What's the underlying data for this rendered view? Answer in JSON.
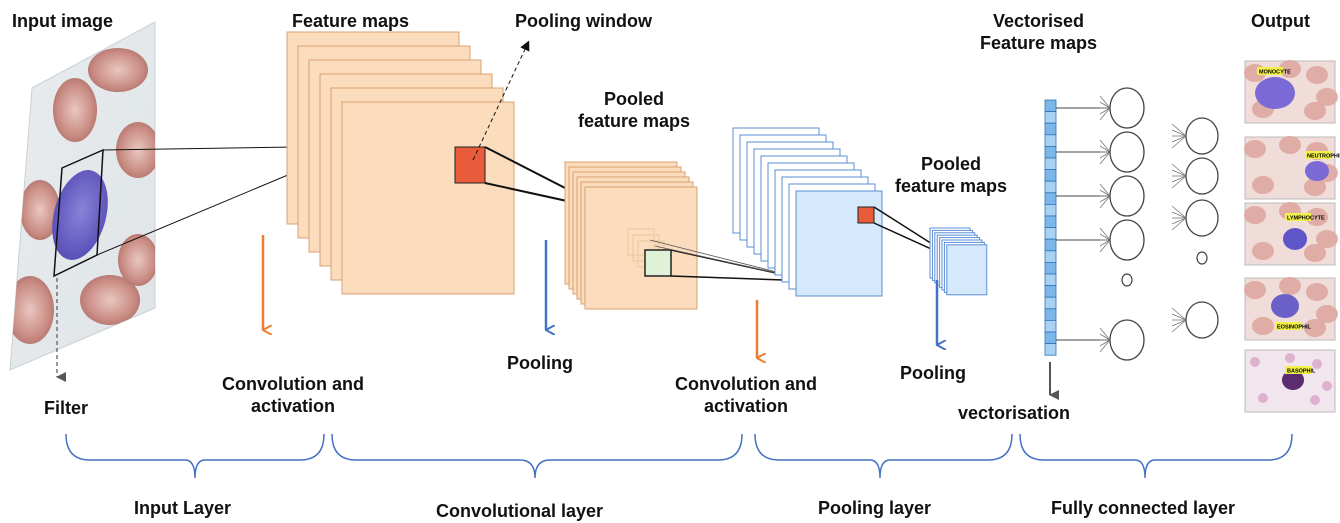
{
  "labels": {
    "input_image": "Input image",
    "feature_maps": "Feature maps",
    "pooling_window": "Pooling window",
    "pooled_feature_maps_1": "Pooled\nfeature maps",
    "vectorised_feature_maps": "Vectorised\nFeature maps",
    "output": "Output",
    "pooled_feature_maps_2": "Pooled\nfeature maps",
    "filter": "Filter",
    "conv_activation_1": "Convolution and\nactivation",
    "pooling_1": "Pooling",
    "conv_activation_2": "Convolution and\nactivation",
    "pooling_2": "Pooling",
    "vectorisation": "vectorisation"
  },
  "layers": {
    "input_layer": "Input Layer",
    "convolutional_layer": "Convolutional layer",
    "pooling_layer": "Pooling layer",
    "fully_connected_layer": "Fully connected layer"
  },
  "output_tags": [
    "MONOCYTE",
    "NEUTROPHIL",
    "LYMPHOCYTE",
    "EOSINOPHIL",
    "BASOPHIL"
  ],
  "colors": {
    "orange_map": "#fbdcbd",
    "orange_edge": "#d9a070",
    "blue_map": "#d6e8fb",
    "blue_edge": "#5b8fd6",
    "arrow_orange": "#ed7d31",
    "arrow_blue": "#4472c4",
    "bracket": "#4472c4",
    "red_window": "#e85c3c",
    "green_window": "#dff2d8"
  }
}
